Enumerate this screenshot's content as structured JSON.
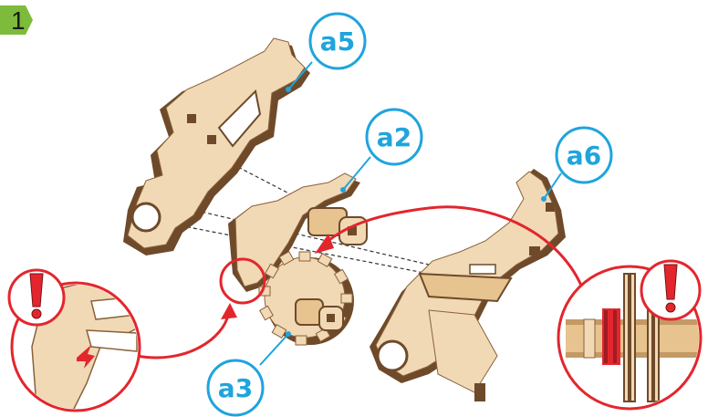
{
  "step": {
    "number": "1",
    "badge_color": "#7dbb3c"
  },
  "parts": [
    {
      "id": "a5",
      "label": "a5"
    },
    {
      "id": "a2",
      "label": "a2"
    },
    {
      "id": "a6",
      "label": "a6"
    },
    {
      "id": "a3",
      "label": "a3"
    }
  ],
  "colors": {
    "callout_blue": "#1fa4dd",
    "warning_red": "#e3262d",
    "wood_light": "#f1d9b5",
    "wood_mid": "#e6c38f",
    "wood_edge": "#6e4a2a"
  },
  "icons": {
    "warning_left": "exclamation-icon",
    "warning_right": "exclamation-icon"
  }
}
